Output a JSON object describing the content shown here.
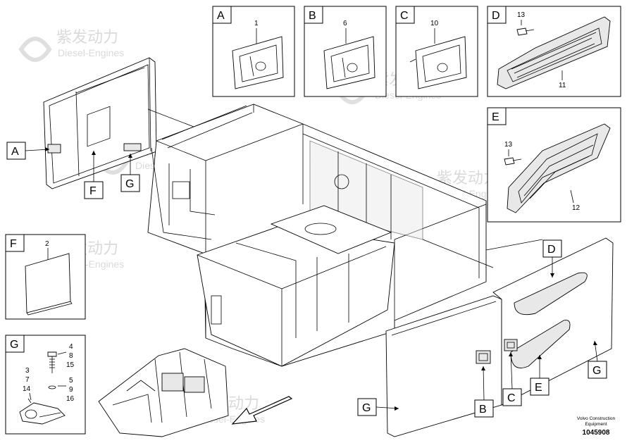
{
  "callouts": {
    "a": "A",
    "b": "B",
    "c": "C",
    "d": "D",
    "e": "E",
    "f": "F",
    "g": "G"
  },
  "parts": {
    "p1": "1",
    "p2": "2",
    "p6": "6",
    "p10": "10",
    "p11": "11",
    "p12": "12",
    "p13": "13",
    "g_left_1": "3",
    "g_left_2": "7",
    "g_left_3": "14",
    "g_right_1": "4",
    "g_right_2": "8",
    "g_right_3": "15",
    "g_right_4": "5",
    "g_right_5": "9",
    "g_right_6": "16"
  },
  "footer": {
    "brand_line1": "Volvo Construction",
    "brand_line2": "Equipment",
    "doc_number": "1045908"
  },
  "watermark": {
    "cn": "紫发动力",
    "en": "Diesel-Engines"
  }
}
